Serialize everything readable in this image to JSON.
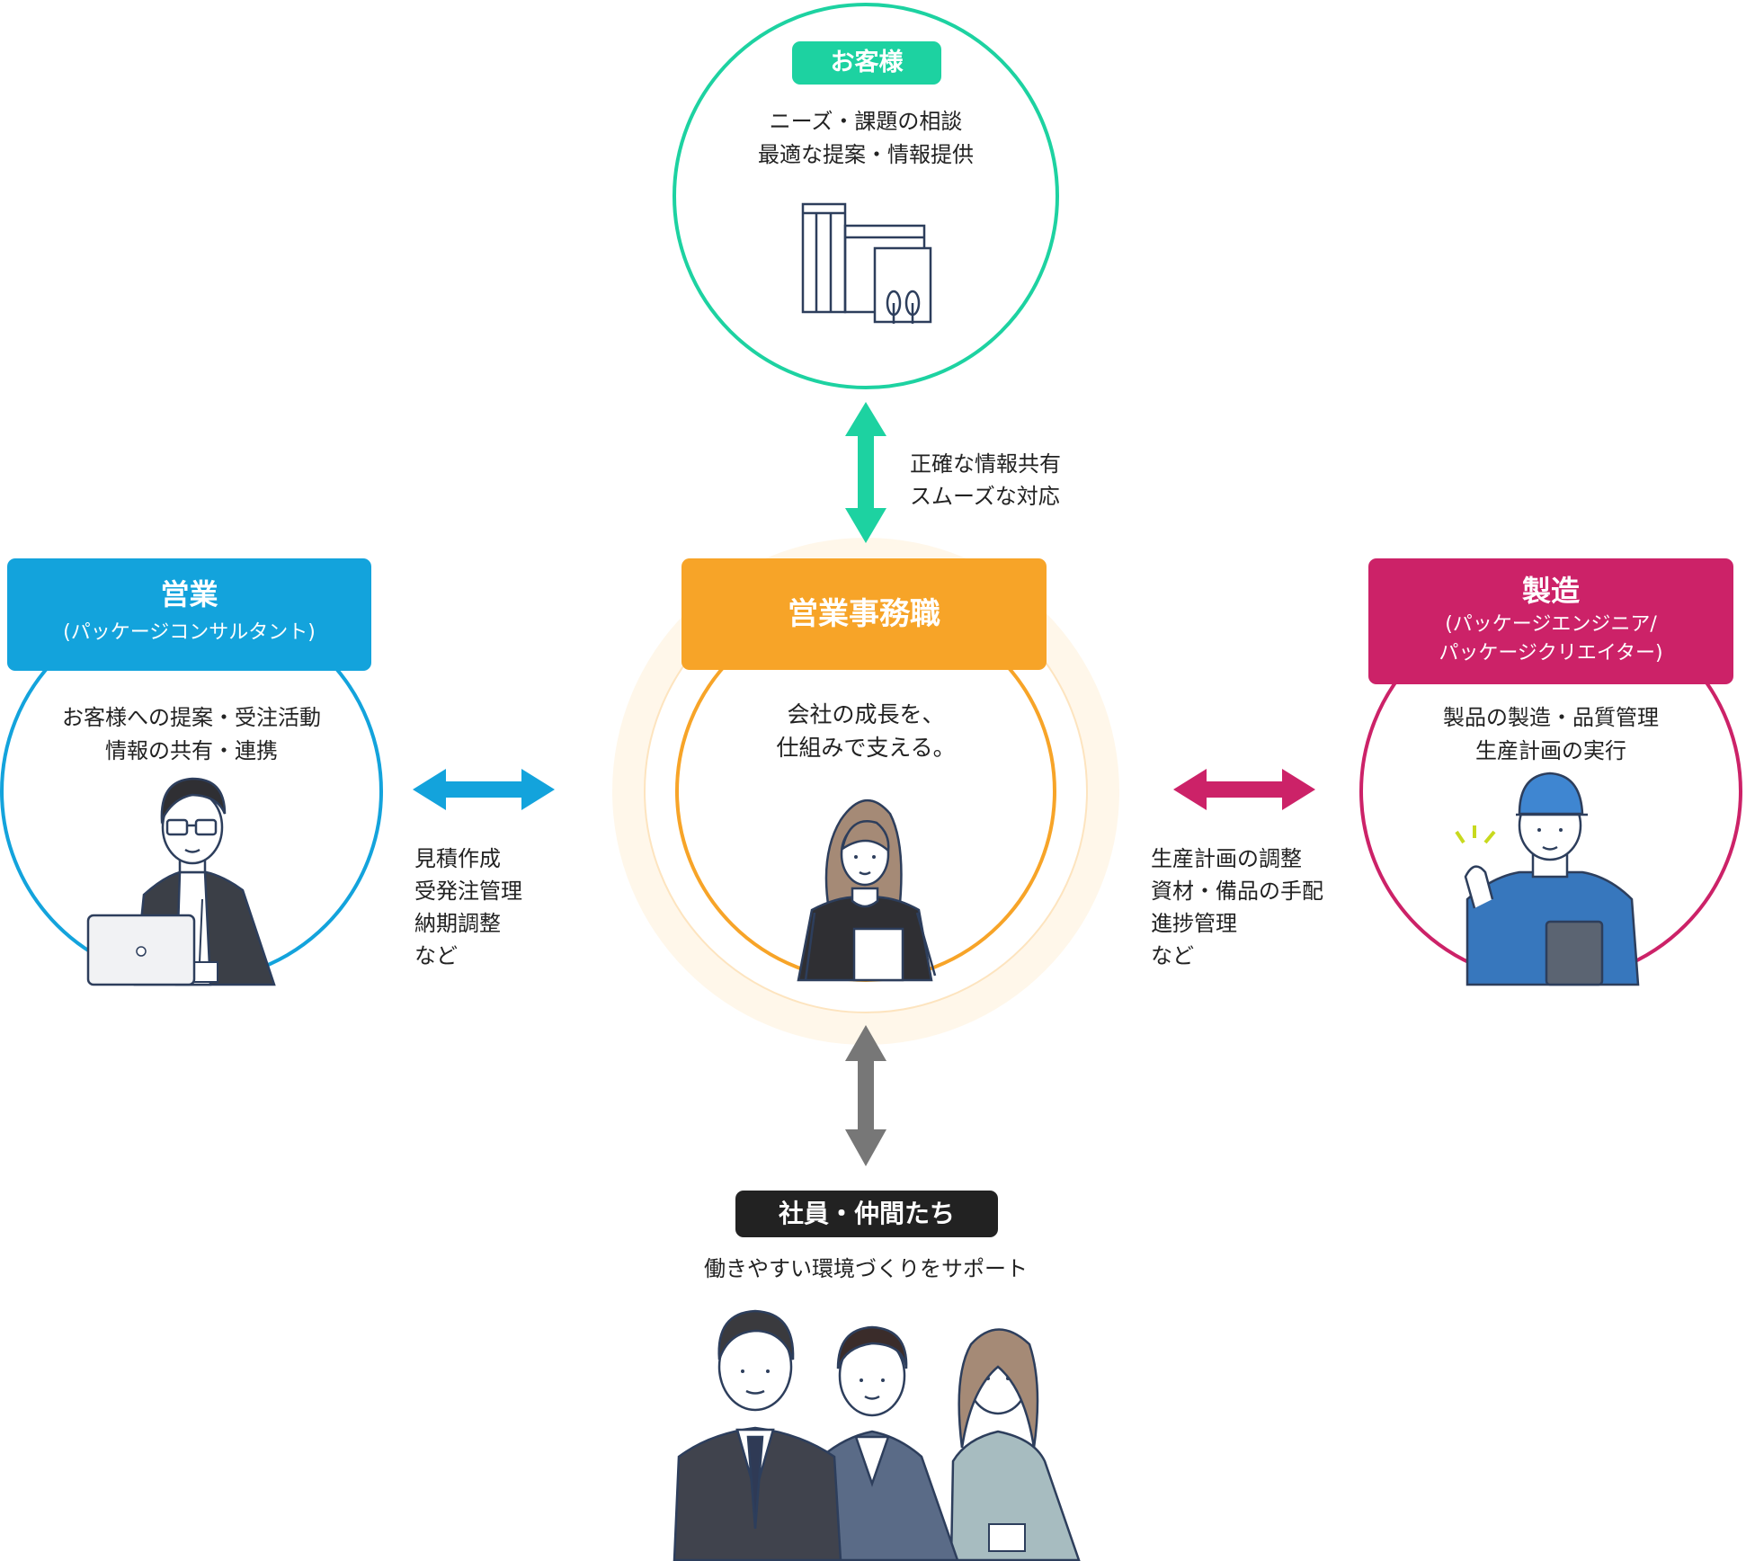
{
  "customer": {
    "label": "お客様",
    "lines": [
      "ニーズ・課題の相談",
      "最適な提案・情報提供"
    ],
    "color": "#1dd2a1",
    "icon": "building-icon"
  },
  "customer_link": {
    "lines": [
      "正確な情報共有",
      "スムーズな対応"
    ],
    "color": "#1dd2a1"
  },
  "center": {
    "label": "営業事務職",
    "lines": [
      "会社の成長を、",
      "仕組みで支える。"
    ],
    "color": "#f7a428",
    "icon": "office-worker-woman-icon"
  },
  "sales": {
    "title": "営業",
    "subtitle": "(パッケージコンサルタント)",
    "lines": [
      "お客様への提案・受注活動",
      "情報の共有・連携"
    ],
    "color": "#13a3dc",
    "icon": "salesman-laptop-icon"
  },
  "sales_link": {
    "lines": [
      "見積作成",
      "受発注管理",
      "納期調整",
      "など"
    ],
    "color": "#13a3dc"
  },
  "manufacturing": {
    "title": "製造",
    "subtitle_lines": [
      "(パッケージエンジニア/",
      "パッケージクリエイター)"
    ],
    "lines": [
      "製品の製造・品質管理",
      "生産計画の実行"
    ],
    "color": "#cc2268",
    "icon": "factory-worker-icon"
  },
  "manufacturing_link": {
    "lines": [
      "生産計画の調整",
      "資材・備品の手配",
      "進捗管理",
      "など"
    ],
    "color": "#cc2268"
  },
  "employees": {
    "label": "社員・仲間たち",
    "line": "働きやすい環境づくりをサポート",
    "color": "#222222",
    "icon": "colleagues-group-icon"
  },
  "employees_link": {
    "color": "#777777"
  }
}
